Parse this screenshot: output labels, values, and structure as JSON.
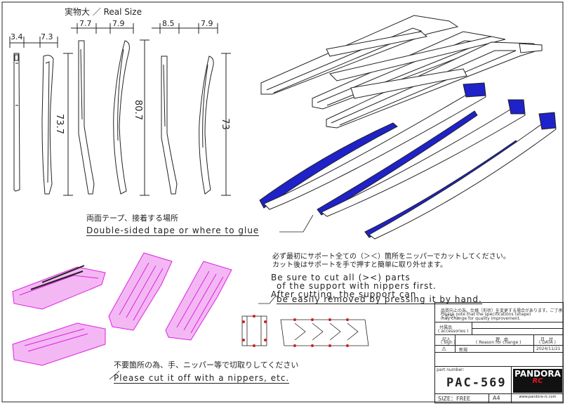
{
  "header": {
    "scale_label": "実物大 ／ Real Size"
  },
  "dimensions": {
    "widths": [
      "3.4",
      "7.3",
      "7.7",
      "7.9",
      "8.5",
      "7.9"
    ],
    "lengths": [
      "73.7",
      "80.7",
      "73"
    ]
  },
  "notes": {
    "tape_jp": "両面テープ、接着する場所",
    "tape_en": "Double-sided tape or where to glue",
    "support_jp_1": "必ず最初にサポート全ての（＞＜）箇所をニッパーでカットしてください。",
    "support_jp_2": "カット後はサポートを手で押すと簡単に取り外せます。",
    "support_en_1": "Be sure to cut all (><) parts",
    "support_en_2": "of the support with nippers first.",
    "support_en_3": "After cutting, the support can",
    "support_en_4": "be easily removed by pressing it by hand.",
    "cut_jp": "不要箇所の為、手、ニッパー等で切取りしてください",
    "cut_en": "Please cut it off with a nippers, etc."
  },
  "title_block": {
    "spec_jp": "品質向上の為、仕様（形状）を変更する場合があります。ご了承ください。",
    "spec_en_1": "Please note that the specifications (shape)",
    "spec_en_2": "may change for quality improvement.",
    "accessories_jp": "付属品",
    "accessories_en": "( accessories )",
    "sign_jp": "記入",
    "sign_en": "( sign )",
    "reason_jp": "理　由",
    "reason_en": "( Reason for change )",
    "date_jp": "日　付",
    "date_en": "( DATA )",
    "new_label": "新規",
    "date_value": "2024/11/21",
    "part_number_label": "part number:",
    "part_number": "PAC-569",
    "size_label": "SIZE：FREE",
    "paper": "A4",
    "logo": "PANDORA",
    "logo_sub": "RC",
    "url": "www.pandora-rc.com"
  },
  "colors": {
    "tape": "#1f22c8",
    "support": "#e020e0",
    "line": "#222222"
  }
}
